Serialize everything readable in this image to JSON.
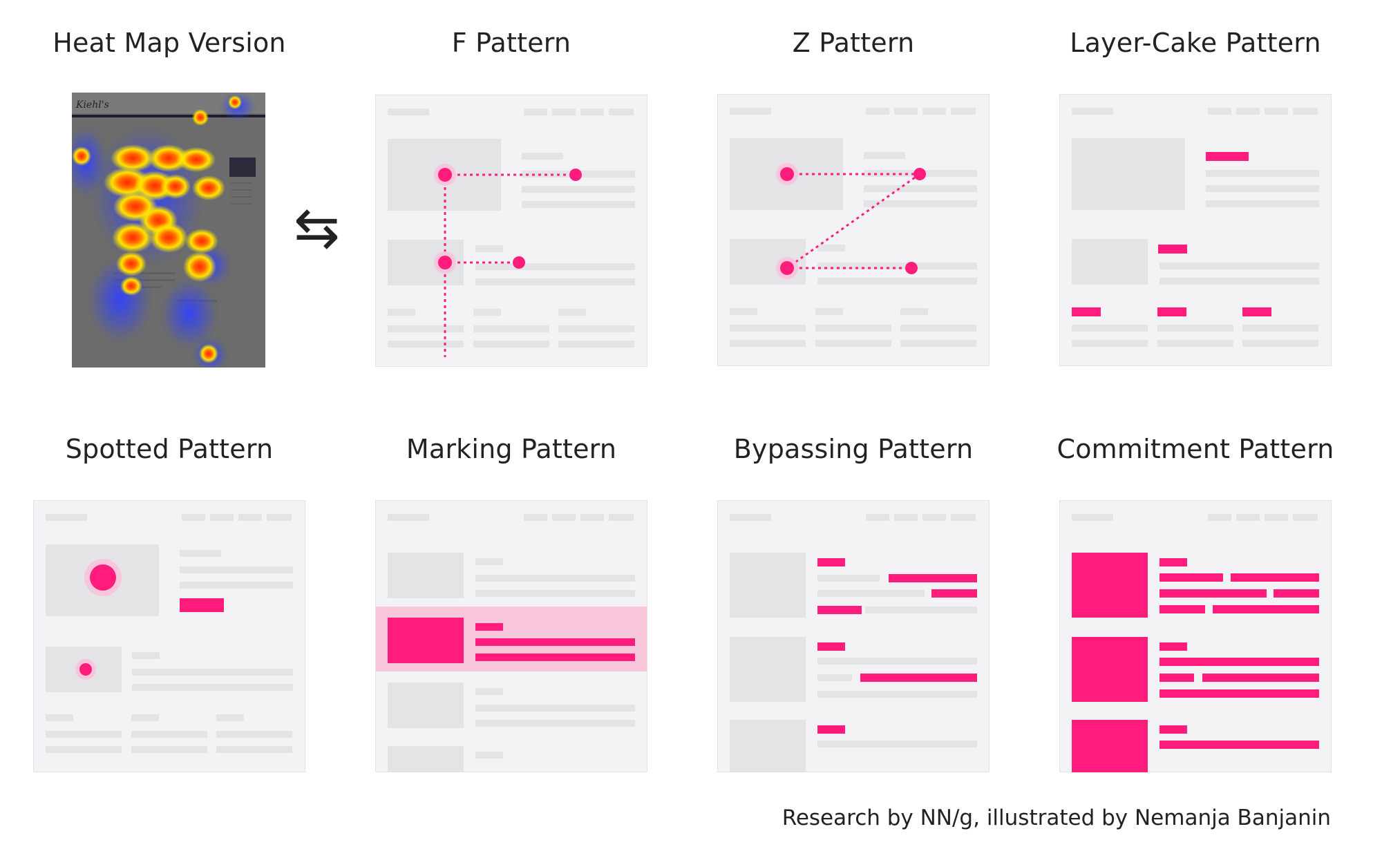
{
  "colors": {
    "accent": "#ff1c7c",
    "accent_soft": "#f7c6da",
    "card_bg": "#f3f3f6",
    "card_border": "#e2e2e6",
    "placeholder": "#e4e4e7",
    "heatmap_bg": "#6e6e6e"
  },
  "panels": [
    {
      "title": "Heat Map Version"
    },
    {
      "title": "F Pattern"
    },
    {
      "title": "Z Pattern"
    },
    {
      "title": "Layer-Cake Pattern"
    },
    {
      "title": "Spotted Pattern"
    },
    {
      "title": "Marking Pattern"
    },
    {
      "title": "Bypassing Pattern"
    },
    {
      "title": "Commitment Pattern"
    }
  ],
  "arrow_symbol": "⇆",
  "heatmap_logo_text": "Kiehl's",
  "credit": "Research by NN/g, illustrated by Nemanja Banjanin"
}
